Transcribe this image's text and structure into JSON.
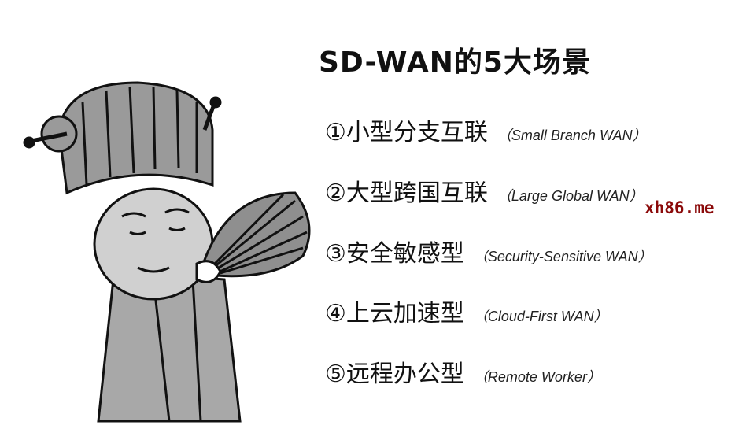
{
  "title": "SD-WAN的5大场景",
  "items": [
    {
      "num": "①",
      "zh": "小型分支互联",
      "en": "（Small Branch WAN）"
    },
    {
      "num": "②",
      "zh": "大型跨国互联",
      "en": "（Large Global WAN）"
    },
    {
      "num": "③",
      "zh": "安全敏感型",
      "en": "（Security-Sensitive WAN）"
    },
    {
      "num": "④",
      "zh": "上云加速型",
      "en": "（Cloud-First WAN）"
    },
    {
      "num": "⑤",
      "zh": "远程办公型",
      "en": "（Remote Worker）"
    }
  ],
  "watermark": "xh86.me",
  "colors": {
    "watermark": "#8b0a0a",
    "hat": "#9a9a9a",
    "robe": "#a8a8a8"
  }
}
